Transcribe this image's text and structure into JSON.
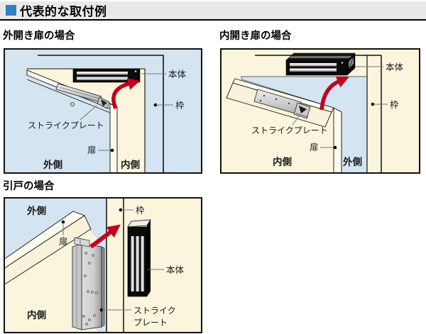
{
  "header": {
    "title": "代表的な取付例"
  },
  "colors": {
    "accent_blue": "#2f81c5",
    "panel_blue": "#d4e4f1",
    "panel_cream": "#faf5dc",
    "arrow_red": "#c30021",
    "header_bg": "#e9e9e9"
  },
  "panels": [
    {
      "id": "outward-door",
      "title": "外開き扉の場合",
      "labels": {
        "body": "本体",
        "frame": "枠",
        "strike_plate": "ストライクプレート",
        "door": "扉",
        "outside": "外側",
        "inside": "内側"
      }
    },
    {
      "id": "inward-door",
      "title": "内開き扉の場合",
      "labels": {
        "body": "本体",
        "frame": "枠",
        "strike_plate": "ストライクプレート",
        "door": "扉",
        "outside": "外側",
        "inside": "内側"
      }
    },
    {
      "id": "sliding-door",
      "title": "引戸の場合",
      "labels": {
        "body": "本体",
        "frame": "枠",
        "strike_plate_line1": "ストライク",
        "strike_plate_line2": "プレート",
        "door": "扉",
        "outside": "外側",
        "inside": "内側"
      }
    }
  ]
}
